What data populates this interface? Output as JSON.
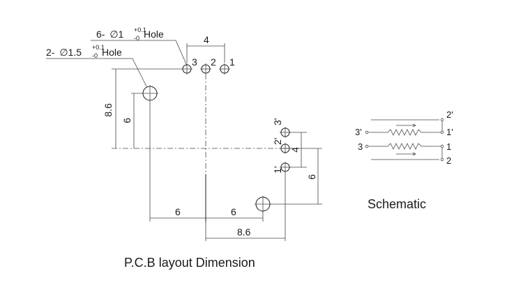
{
  "pcb": {
    "hole_note_small": {
      "prefix": "6-",
      "diameter": "∅1",
      "tol_upper": "+0.1",
      "tol_lower": "-0",
      "suffix": "Hole"
    },
    "hole_note_large": {
      "prefix": "2-",
      "diameter": "∅1.5",
      "tol_upper": "+0.1",
      "tol_lower": "-0",
      "suffix": "Hole"
    },
    "pins_top": [
      "3",
      "2",
      "1"
    ],
    "pins_right": [
      "3'",
      "2'",
      "1'"
    ],
    "dims": {
      "top_span": "4",
      "left_outer": "8.6",
      "left_inner": "6",
      "right_inner": "4",
      "right_outer": "6",
      "bottom_left": "6",
      "bottom_mid": "6",
      "bottom_total": "8.6"
    },
    "caption": "P.C.B layout Dimension"
  },
  "schematic": {
    "labels_right": [
      "2'",
      "1'",
      "1",
      "2"
    ],
    "labels_left": [
      "3'",
      "3"
    ],
    "caption": "Schematic"
  }
}
